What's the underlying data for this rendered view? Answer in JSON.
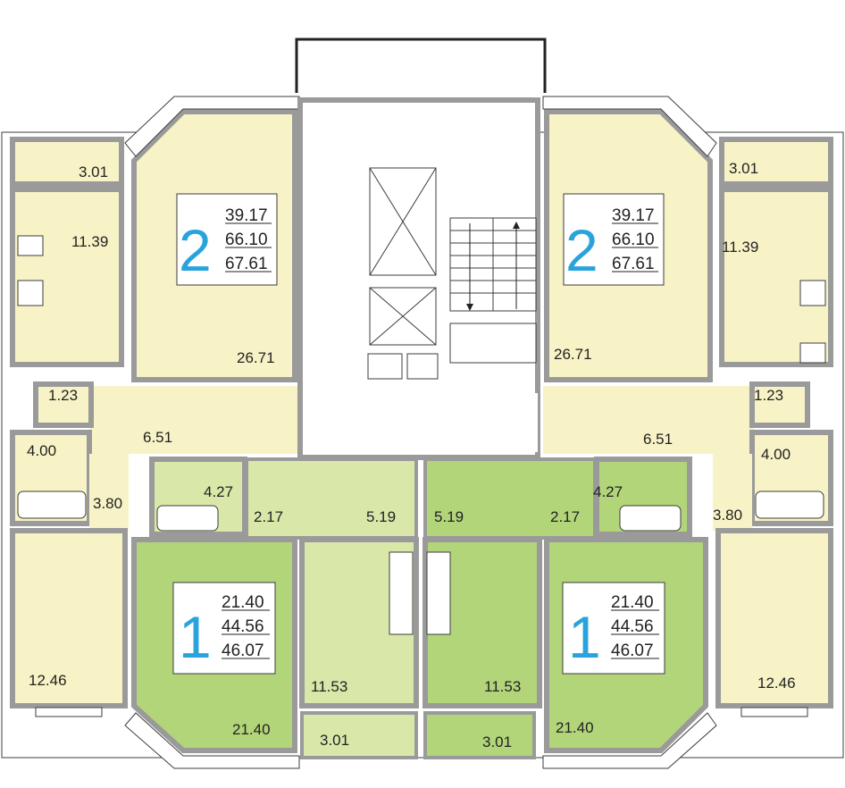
{
  "colors": {
    "yellow": "#f7f3c6",
    "light_green": "#d9e8a9",
    "green": "#b2d57a",
    "wall": "#9a9a9a",
    "outline": "#3c3c3c",
    "accent_blue": "#29a3dc"
  },
  "apartments": {
    "left_2": {
      "rooms": "2",
      "living": "39.17",
      "total": "66.10",
      "total_balcony": "67.61"
    },
    "right_2": {
      "rooms": "2",
      "living": "39.17",
      "total": "66.10",
      "total_balcony": "67.61"
    },
    "left_1": {
      "rooms": "1",
      "living": "21.40",
      "total": "44.56",
      "total_balcony": "46.07"
    },
    "right_1": {
      "rooms": "1",
      "living": "21.40",
      "total": "44.56",
      "total_balcony": "46.07"
    }
  },
  "areas": {
    "l_balcony_top": "3.01",
    "l_kitchen": "11.39",
    "l_living_big": "26.71",
    "l_wc": "1.23",
    "l_hall": "6.51",
    "l_bath": "4.00",
    "l_corridor": "3.80",
    "l_bedroom": "12.46",
    "l1_bath": "4.27",
    "l1_hall_small": "2.17",
    "l1_hall": "5.19",
    "l1_room": "21.40",
    "l1_kitchen": "11.53",
    "l1_balcony": "3.01",
    "r1_bath": "4.27",
    "r1_hall_small": "2.17",
    "r1_hall": "5.19",
    "r1_room": "21.40",
    "r1_kitchen": "11.53",
    "r1_balcony": "3.01",
    "r_balcony_top": "3.01",
    "r_kitchen": "11.39",
    "r_living_big": "26.71",
    "r_wc": "1.23",
    "r_hall": "6.51",
    "r_bath": "4.00",
    "r_corridor": "3.80",
    "r_bedroom": "12.46"
  }
}
